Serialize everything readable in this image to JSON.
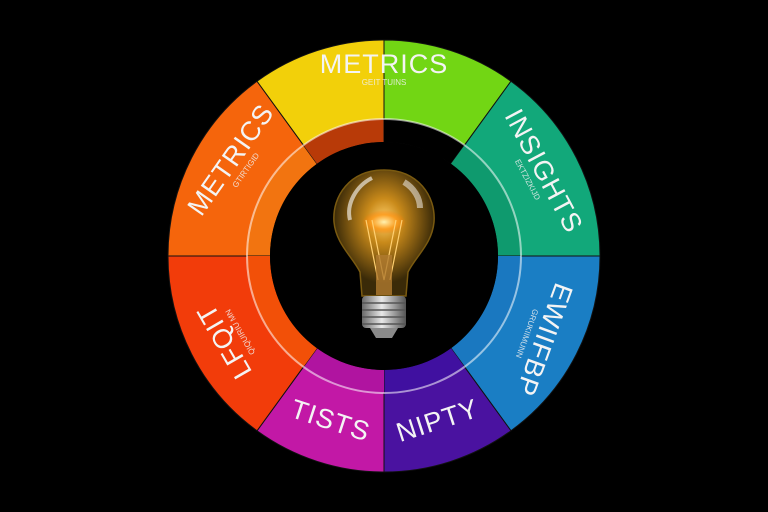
{
  "segments": [
    {
      "id": "orange",
      "label": "METRICS",
      "sublabel": "GTIRTIGID",
      "color": "#f5650c",
      "inner": "#f27410"
    },
    {
      "id": "yellow",
      "label": "METRICS",
      "sublabel": "GEIT TUINS",
      "color": "#f2d00a",
      "inner": "#b83a08"
    },
    {
      "id": "green",
      "label": "",
      "sublabel": "",
      "color": "#72d614",
      "inner": "#000000"
    },
    {
      "id": "teal",
      "label": "INSIGHTS",
      "sublabel": "EKTZIZKIJD",
      "color": "#12a87a",
      "inner": "#0f9a6e"
    },
    {
      "id": "blue",
      "label": "EWIIFBP",
      "sublabel": "GRUKIIMUNN",
      "color": "#1a7ec4",
      "inner": "#1a78c0"
    },
    {
      "id": "purple",
      "label": "NIPTY",
      "sublabel": "",
      "color": "#4a12a0",
      "inner": "#4010a0"
    },
    {
      "id": "magenta",
      "label": "TISTS",
      "sublabel": "",
      "color": "#c218a6",
      "inner": "#b014a0"
    },
    {
      "id": "red",
      "label": "LFQIT",
      "sublabel": "QIQUIRIU MN",
      "color": "#f23c0a",
      "inner": "#f25008"
    }
  ],
  "center_icon": "light-bulb-icon"
}
